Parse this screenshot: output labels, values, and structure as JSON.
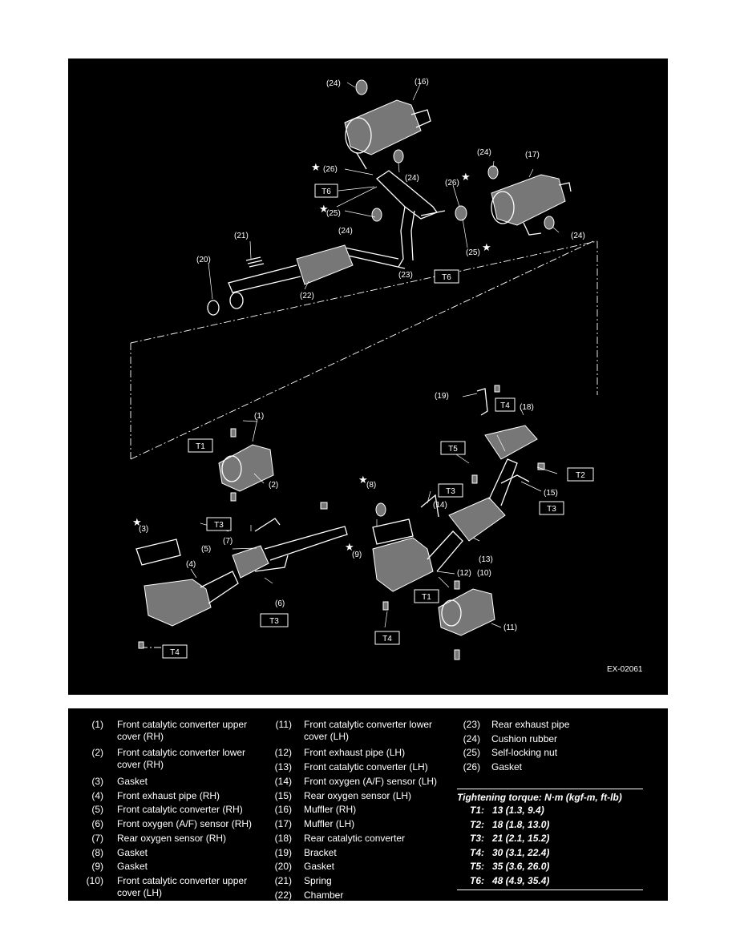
{
  "figure_code": "EX-02061",
  "callouts": [
    {
      "id": "c1",
      "text": "(1)"
    },
    {
      "id": "c2",
      "text": "(2)"
    },
    {
      "id": "c3",
      "text": "(3)"
    },
    {
      "id": "c4",
      "text": "(4)"
    },
    {
      "id": "c5",
      "text": "(5)"
    },
    {
      "id": "c6",
      "text": "(6)"
    },
    {
      "id": "c7",
      "text": "(7)"
    },
    {
      "id": "c8",
      "text": "(8)"
    },
    {
      "id": "c9",
      "text": "(9)"
    },
    {
      "id": "c10",
      "text": "(10)"
    },
    {
      "id": "c11",
      "text": "(11)"
    },
    {
      "id": "c12",
      "text": "(12)"
    },
    {
      "id": "c13",
      "text": "(13)"
    },
    {
      "id": "c14",
      "text": "(14)"
    },
    {
      "id": "c15",
      "text": "(15)"
    },
    {
      "id": "c16",
      "text": "(16)"
    },
    {
      "id": "c17",
      "text": "(17)"
    },
    {
      "id": "c18",
      "text": "(18)"
    },
    {
      "id": "c19",
      "text": "(19)"
    },
    {
      "id": "c20",
      "text": "(20)"
    },
    {
      "id": "c21",
      "text": "(21)"
    },
    {
      "id": "c22",
      "text": "(22)"
    },
    {
      "id": "c23",
      "text": "(23)"
    },
    {
      "id": "c24a",
      "text": "(24)"
    },
    {
      "id": "c24b",
      "text": "(24)"
    },
    {
      "id": "c24c",
      "text": "(24)"
    },
    {
      "id": "c24d",
      "text": "(24)"
    },
    {
      "id": "c24e",
      "text": "(24)"
    },
    {
      "id": "c25a",
      "text": "(25)"
    },
    {
      "id": "c25b",
      "text": "(25)"
    },
    {
      "id": "c26a",
      "text": "(26)"
    },
    {
      "id": "c26b",
      "text": "(26)"
    }
  ],
  "torque_tags": [
    {
      "id": "t6a",
      "text": "T6"
    },
    {
      "id": "t6b",
      "text": "T6"
    },
    {
      "id": "t1a",
      "text": "T1"
    },
    {
      "id": "t1b",
      "text": "T1"
    },
    {
      "id": "t4a",
      "text": "T4"
    },
    {
      "id": "t4b",
      "text": "T4"
    },
    {
      "id": "t4c",
      "text": "T4"
    },
    {
      "id": "t5",
      "text": "T5"
    },
    {
      "id": "t2",
      "text": "T2"
    },
    {
      "id": "t3a",
      "text": "T3"
    },
    {
      "id": "t3b",
      "text": "T3"
    },
    {
      "id": "t3c",
      "text": "T3"
    },
    {
      "id": "t3d",
      "text": "T3"
    }
  ],
  "star_symbol": "★",
  "legend": [
    {
      "num": "(1)",
      "text": "Front catalytic converter upper\ncover (RH)"
    },
    {
      "num": "(2)",
      "text": "Front catalytic converter lower\ncover (RH)"
    },
    {
      "num": "(3)",
      "text": "Gasket"
    },
    {
      "num": "(4)",
      "text": "Front exhaust pipe (RH)"
    },
    {
      "num": "(5)",
      "text": "Front catalytic converter (RH)"
    },
    {
      "num": "(6)",
      "text": "Front oxygen (A/F) sensor (RH)"
    },
    {
      "num": "(7)",
      "text": "Rear oxygen sensor (RH)"
    },
    {
      "num": "(8)",
      "text": "Gasket"
    },
    {
      "num": "(9)",
      "text": "Gasket"
    },
    {
      "num": "(10)",
      "text": "Front catalytic converter upper\ncover (LH)"
    },
    {
      "num": "(11)",
      "text": "Front catalytic converter lower\ncover (LH)"
    },
    {
      "num": "(12)",
      "text": "Front exhaust pipe (LH)"
    },
    {
      "num": "(13)",
      "text": "Front catalytic converter (LH)"
    },
    {
      "num": "(14)",
      "text": "Front oxygen (A/F) sensor (LH)"
    },
    {
      "num": "(15)",
      "text": "Rear oxygen sensor (LH)"
    },
    {
      "num": "(16)",
      "text": "Muffler (RH)"
    },
    {
      "num": "(17)",
      "text": "Muffler (LH)"
    },
    {
      "num": "(18)",
      "text": "Rear catalytic converter"
    },
    {
      "num": "(19)",
      "text": "Bracket"
    },
    {
      "num": "(20)",
      "text": "Gasket"
    },
    {
      "num": "(21)",
      "text": "Spring"
    },
    {
      "num": "(22)",
      "text": "Chamber"
    },
    {
      "num": "(23)",
      "text": "Rear exhaust pipe"
    },
    {
      "num": "(24)",
      "text": "Cushion rubber"
    },
    {
      "num": "(25)",
      "text": "Self-locking nut"
    },
    {
      "num": "(26)",
      "text": "Gasket"
    }
  ],
  "torque_table": {
    "title": "Tightening torque: N·m (kgf-m, ft-lb)",
    "rows": [
      {
        "key": "T1:",
        "value": "13 (1.3, 9.4)"
      },
      {
        "key": "T2:",
        "value": "18 (1.8, 13.0)"
      },
      {
        "key": "T3:",
        "value": "21 (2.1, 15.2)"
      },
      {
        "key": "T4:",
        "value": "30 (3.1, 22.4)"
      },
      {
        "key": "T5:",
        "value": "35 (3.6, 26.0)"
      },
      {
        "key": "T6:",
        "value": "48 (4.9, 35.4)"
      }
    ]
  },
  "colors": {
    "background": "#000000",
    "ink": "#ffffff",
    "page": "#ffffff"
  }
}
